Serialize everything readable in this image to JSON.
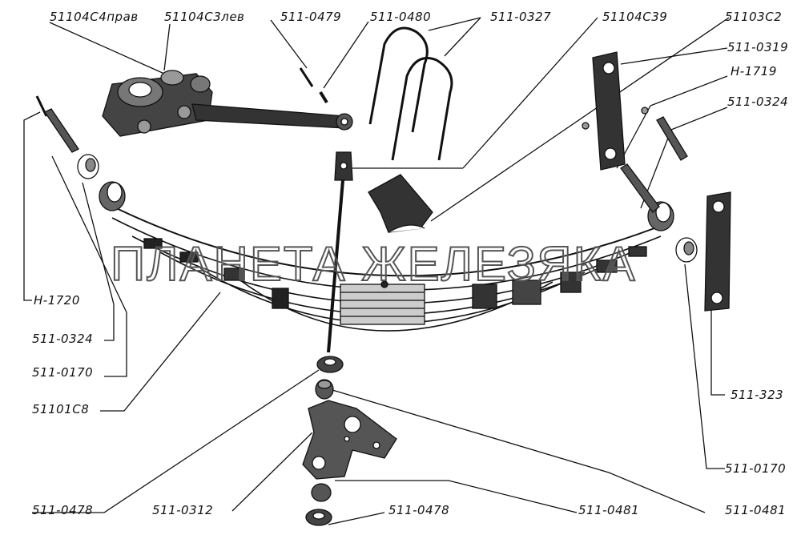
{
  "watermark": "ПЛАНЕТА ЖЕЛЕЗЯКА",
  "labels": {
    "l_51104c4": "51104С4прав",
    "l_51104c3": "51104С3лев",
    "l_0479": "511-0479",
    "l_0480": "511-0480",
    "l_0327": "511-0327",
    "l_51104c39": "51104С39",
    "l_51103c2": "51103С2",
    "l_0319": "511-0319",
    "l_h1719": "Н-1719",
    "l_0324r": "511-0324",
    "l_h1720": "Н-1720",
    "l_0324l": "511-0324",
    "l_0170l": "511-0170",
    "l_51101c8": "51101С8",
    "l_323": "511-323",
    "l_0170r": "511-0170",
    "l_0478a": "511-0478",
    "l_0312": "511-0312",
    "l_0478b": "511-0478",
    "l_0481a": "511-0481",
    "l_0481b": "511-0481"
  },
  "colors": {
    "ink": "#111111",
    "shade": "#2a2a2a",
    "paper": "#ffffff"
  }
}
